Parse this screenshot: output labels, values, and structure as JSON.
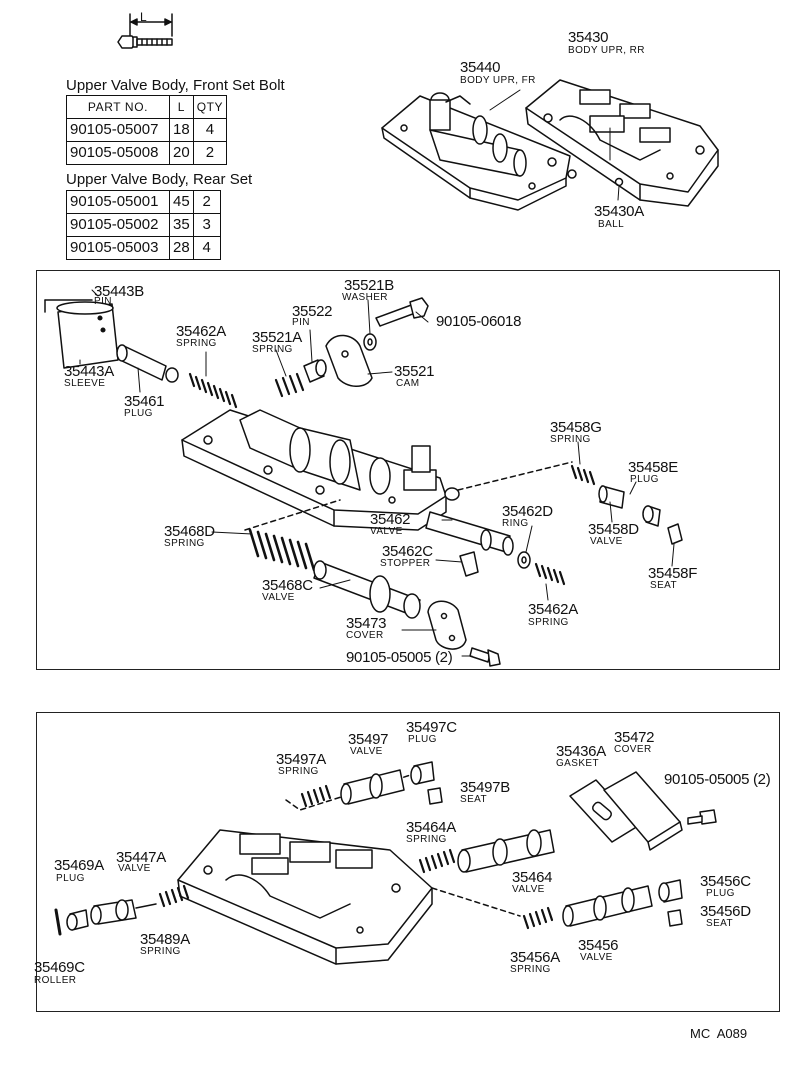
{
  "front_bolt": {
    "title": "Upper Valve Body, Front Set Bolt",
    "dim_label": "L",
    "headers": [
      "PART NO.",
      "L",
      "QTY"
    ],
    "rows": [
      [
        "90105-05007",
        "18",
        "4"
      ],
      [
        "90105-05008",
        "20",
        "2"
      ]
    ]
  },
  "rear_bolt": {
    "title": "Upper Valve Body, Rear Set",
    "rows": [
      [
        "90105-05001",
        "45",
        "2"
      ],
      [
        "90105-05002",
        "35",
        "3"
      ],
      [
        "90105-05003",
        "28",
        "4"
      ]
    ]
  },
  "top_parts": {
    "p35430": {
      "number": "35430",
      "name": "BODY UPR, RR"
    },
    "p35440": {
      "number": "35440",
      "name": "BODY UPR, FR"
    },
    "p35430A": {
      "number": "35430A",
      "name": "BALL"
    }
  },
  "front_section": {
    "p35443B": {
      "number": "35443B",
      "name": "PIN"
    },
    "p35443A": {
      "number": "35443A",
      "name": "SLEEVE"
    },
    "p35461": {
      "number": "35461",
      "name": "PLUG"
    },
    "p35462A_top": {
      "number": "35462A",
      "name": "SPRING"
    },
    "p35521A": {
      "number": "35521A",
      "name": "SPRING"
    },
    "p35522": {
      "number": "35522",
      "name": "PIN"
    },
    "p35521B": {
      "number": "35521B",
      "name": "WASHER"
    },
    "p90105_06018": {
      "number": "90105-06018"
    },
    "p35521": {
      "number": "35521",
      "name": "CAM"
    },
    "p35458G": {
      "number": "35458G",
      "name": "SPRING"
    },
    "p35458E": {
      "number": "35458E",
      "name": "PLUG"
    },
    "p35458D": {
      "number": "35458D",
      "name": "VALVE"
    },
    "p35458F": {
      "number": "35458F",
      "name": "SEAT"
    },
    "p35462": {
      "number": "35462",
      "name": "VALVE"
    },
    "p35462D": {
      "number": "35462D",
      "name": "RING"
    },
    "p35462C": {
      "number": "35462C",
      "name": "STOPPER"
    },
    "p35468D": {
      "number": "35468D",
      "name": "SPRING"
    },
    "p35468C": {
      "number": "35468C",
      "name": "VALVE"
    },
    "p35462A_bottom": {
      "number": "35462A",
      "name": "SPRING"
    },
    "p35473": {
      "number": "35473",
      "name": "COVER"
    },
    "p90105_05005": {
      "number": "90105-05005 (2)"
    }
  },
  "rear_section": {
    "p35497A": {
      "number": "35497A",
      "name": "SPRING"
    },
    "p35497": {
      "number": "35497",
      "name": "VALVE"
    },
    "p35497C": {
      "number": "35497C",
      "name": "PLUG"
    },
    "p35497B": {
      "number": "35497B",
      "name": "SEAT"
    },
    "p35436A": {
      "number": "35436A",
      "name": "GASKET"
    },
    "p35472": {
      "number": "35472",
      "name": "COVER"
    },
    "p90105_05005": {
      "number": "90105-05005 (2)"
    },
    "p35464A": {
      "number": "35464A",
      "name": "SPRING"
    },
    "p35464": {
      "number": "35464",
      "name": "VALVE"
    },
    "p35456C": {
      "number": "35456C",
      "name": "PLUG"
    },
    "p35456D": {
      "number": "35456D",
      "name": "SEAT"
    },
    "p35469A": {
      "number": "35469A",
      "name": "PLUG"
    },
    "p35447A": {
      "number": "35447A",
      "name": "VALVE"
    },
    "p35489A": {
      "number": "35489A",
      "name": "SPRING"
    },
    "p35469C": {
      "number": "35469C",
      "name": "ROLLER"
    },
    "p35456A": {
      "number": "35456A",
      "name": "SPRING"
    },
    "p35456": {
      "number": "35456",
      "name": "VALVE"
    }
  },
  "footer": {
    "code": "MC  A089"
  }
}
